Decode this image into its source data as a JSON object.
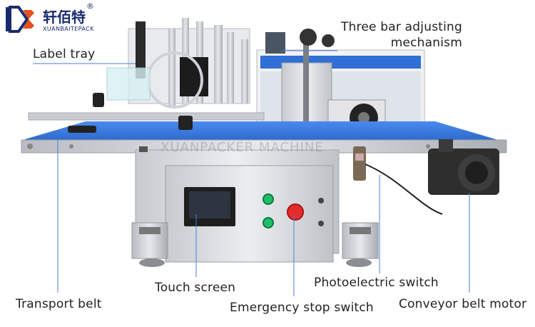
{
  "brand": {
    "name_cn": "轩佰特",
    "registered": "®",
    "name_en": "XUANBAITEPACK"
  },
  "watermark": "XUANPACKER MACHINE",
  "labels": {
    "label_tray": "Label tray",
    "three_bar_line1": "Three bar adjusting",
    "three_bar_line2": "mechanism",
    "transport_belt": "Transport belt",
    "touch_screen": "Touch screen",
    "emergency_stop": "Emergency stop switch",
    "photoelectric": "Photoelectric switch",
    "conveyor_motor": "Conveyor belt motor"
  },
  "colors": {
    "brand_blue": "#1a2a6c",
    "brand_orange": "#e8501e",
    "belt_blue": "#2f6fd6",
    "steel": "#c9ccd1",
    "leader_line": "#4a7fd6"
  },
  "icons": [
    "brand-logo-icon"
  ]
}
